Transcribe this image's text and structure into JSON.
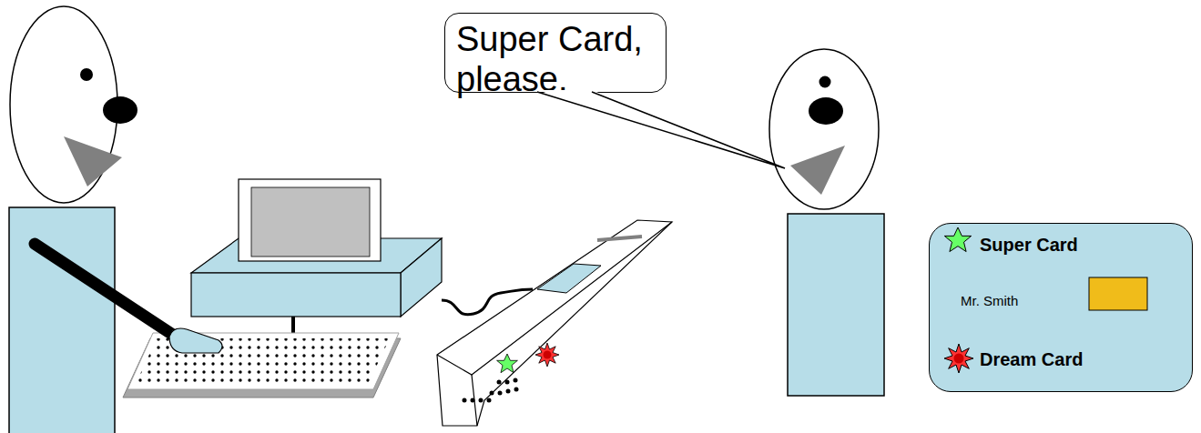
{
  "diagram": {
    "nodes": [
      {
        "text": [
          "Super Card, please."
        ]
      },
      {
        "text": [
          "Super Card",
          "Mr. Smith",
          "Dream Card"
        ]
      }
    ]
  }
}
